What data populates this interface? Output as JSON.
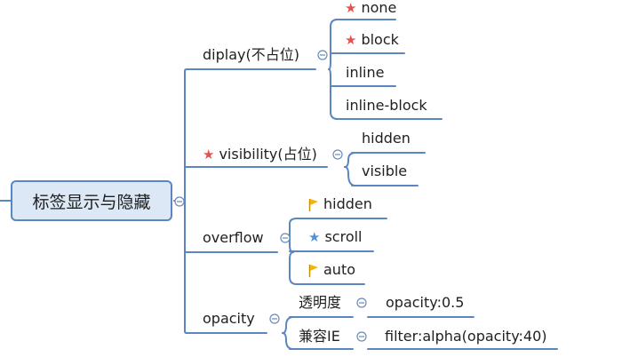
{
  "root": {
    "label": "标签显示与隐藏"
  },
  "colors": {
    "line": "#5b86c0",
    "toggle": "#6a8ab8",
    "star_red": "#e25252",
    "star_blue": "#4d8fe3",
    "flag": "#f5b400"
  },
  "branches": [
    {
      "id": "diplay",
      "label": "diplay(不占位)",
      "children": [
        {
          "label": "none",
          "marker": "star-red"
        },
        {
          "label": "block",
          "marker": "star-red"
        },
        {
          "label": "inline",
          "marker": ""
        },
        {
          "label": "inline-block",
          "marker": ""
        }
      ]
    },
    {
      "id": "visibility",
      "label": "visibility(占位)",
      "marker": "star-red",
      "children": [
        {
          "label": "hidden",
          "marker": ""
        },
        {
          "label": "visible",
          "marker": ""
        }
      ]
    },
    {
      "id": "overflow",
      "label": "overflow",
      "children": [
        {
          "label": "hidden",
          "marker": "flag"
        },
        {
          "label": "scroll",
          "marker": "star-blue"
        },
        {
          "label": "auto",
          "marker": "flag"
        }
      ]
    },
    {
      "id": "opacity",
      "label": "opacity",
      "children": [
        {
          "label": "透明度",
          "value": "opacity:0.5"
        },
        {
          "label": "兼容IE",
          "value": "filter:alpha(opacity:40)"
        }
      ]
    }
  ]
}
